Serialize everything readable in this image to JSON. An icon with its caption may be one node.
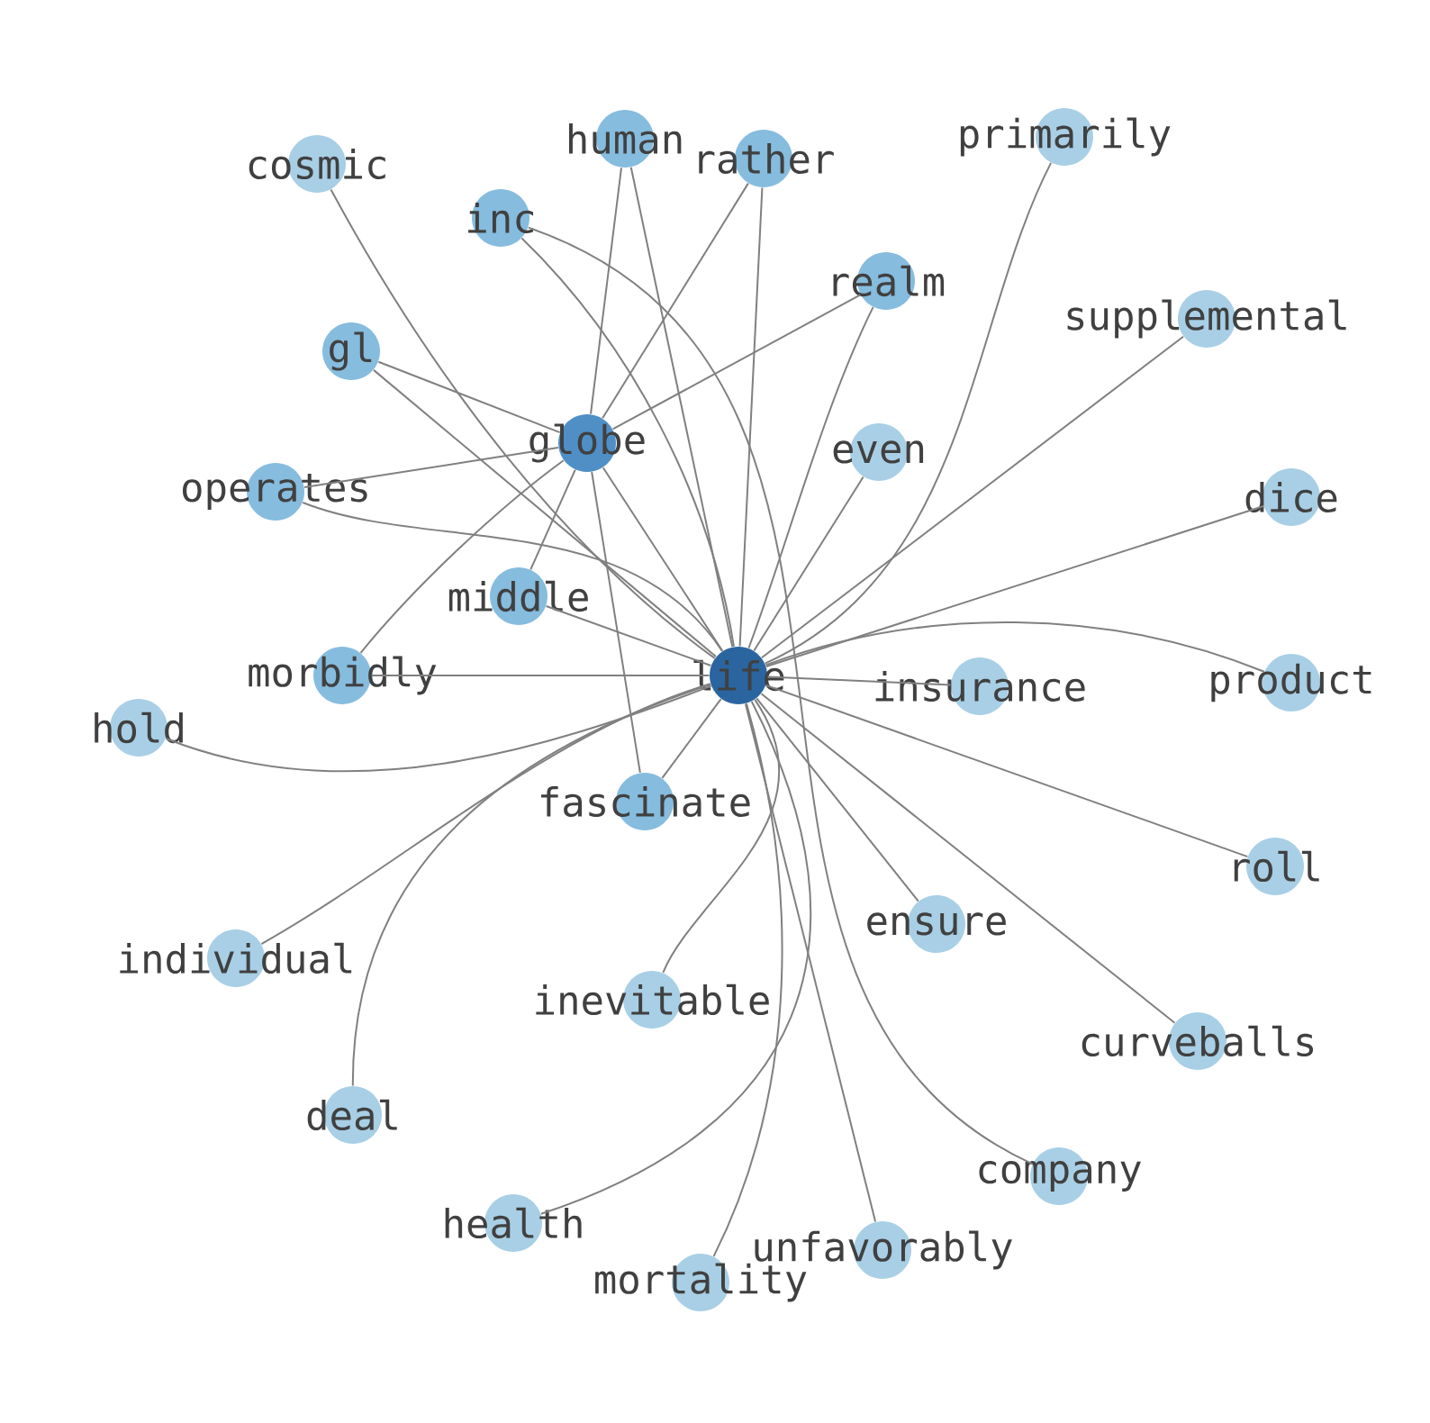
{
  "diagram": {
    "nodes": [
      {
        "text": [
          "primarily"
        ]
      },
      {
        "text": [
          "human"
        ]
      },
      {
        "text": [
          "rather"
        ]
      },
      {
        "text": [
          "cosmic"
        ]
      },
      {
        "text": [
          "inc"
        ]
      },
      {
        "text": [
          "realm"
        ]
      },
      {
        "text": [
          "supplemental"
        ]
      },
      {
        "text": [
          "gl"
        ]
      },
      {
        "text": [
          "globe"
        ]
      },
      {
        "text": [
          "even"
        ]
      },
      {
        "text": [
          "operates"
        ]
      },
      {
        "text": [
          "dice"
        ]
      },
      {
        "text": [
          "middle"
        ]
      },
      {
        "text": [
          "morbidly"
        ]
      },
      {
        "text": [
          "life"
        ]
      },
      {
        "text": [
          "product"
        ]
      },
      {
        "text": [
          "insurance"
        ]
      },
      {
        "text": [
          "hold"
        ]
      },
      {
        "text": [
          "fascinate"
        ]
      },
      {
        "text": [
          "roll"
        ]
      },
      {
        "text": [
          "ensure"
        ]
      },
      {
        "text": [
          "individual"
        ]
      },
      {
        "text": [
          "inevitable"
        ]
      },
      {
        "text": [
          "curveballs"
        ]
      },
      {
        "text": [
          "deal"
        ]
      },
      {
        "text": [
          "company"
        ]
      },
      {
        "text": [
          "health"
        ]
      },
      {
        "text": [
          "unfavorably"
        ]
      },
      {
        "text": [
          "mortality"
        ]
      }
    ],
    "edges": [
      {
        "from": 8,
        "to": 1,
        "arrow": "none"
      },
      {
        "from": 8,
        "to": 2,
        "arrow": "none"
      },
      {
        "from": 8,
        "to": 5,
        "arrow": "none"
      },
      {
        "from": 8,
        "to": 7,
        "arrow": "none"
      },
      {
        "from": 8,
        "to": 10,
        "arrow": "none"
      },
      {
        "from": 8,
        "to": 12,
        "arrow": "none"
      },
      {
        "from": 8,
        "to": 13,
        "arrow": "none"
      },
      {
        "from": 8,
        "to": 18,
        "arrow": "none"
      },
      {
        "from": 8,
        "to": 14,
        "arrow": "none"
      },
      {
        "from": 14,
        "to": 0,
        "arrow": "none"
      },
      {
        "from": 14,
        "to": 1,
        "arrow": "none"
      },
      {
        "from": 14,
        "to": 2,
        "arrow": "none"
      },
      {
        "from": 14,
        "to": 3,
        "arrow": "none"
      },
      {
        "from": 14,
        "to": 4,
        "arrow": "none"
      },
      {
        "from": 14,
        "to": 5,
        "arrow": "none"
      },
      {
        "from": 14,
        "to": 6,
        "arrow": "none"
      },
      {
        "from": 14,
        "to": 7,
        "arrow": "none"
      },
      {
        "from": 14,
        "to": 9,
        "arrow": "none"
      },
      {
        "from": 14,
        "to": 10,
        "arrow": "none"
      },
      {
        "from": 14,
        "to": 11,
        "arrow": "none"
      },
      {
        "from": 14,
        "to": 12,
        "arrow": "none"
      },
      {
        "from": 14,
        "to": 13,
        "arrow": "none"
      },
      {
        "from": 14,
        "to": 15,
        "arrow": "none"
      },
      {
        "from": 14,
        "to": 16,
        "arrow": "none"
      },
      {
        "from": 14,
        "to": 17,
        "arrow": "none"
      },
      {
        "from": 14,
        "to": 18,
        "arrow": "none"
      },
      {
        "from": 14,
        "to": 19,
        "arrow": "none"
      },
      {
        "from": 14,
        "to": 20,
        "arrow": "none"
      },
      {
        "from": 14,
        "to": 21,
        "arrow": "none"
      },
      {
        "from": 14,
        "to": 22,
        "arrow": "none"
      },
      {
        "from": 14,
        "to": 23,
        "arrow": "none"
      },
      {
        "from": 14,
        "to": 24,
        "arrow": "none"
      },
      {
        "from": 14,
        "to": 26,
        "arrow": "none"
      },
      {
        "from": 14,
        "to": 27,
        "arrow": "none"
      },
      {
        "from": 14,
        "to": 28,
        "arrow": "none"
      },
      {
        "from": 4,
        "to": 25,
        "arrow": "none"
      }
    ]
  }
}
